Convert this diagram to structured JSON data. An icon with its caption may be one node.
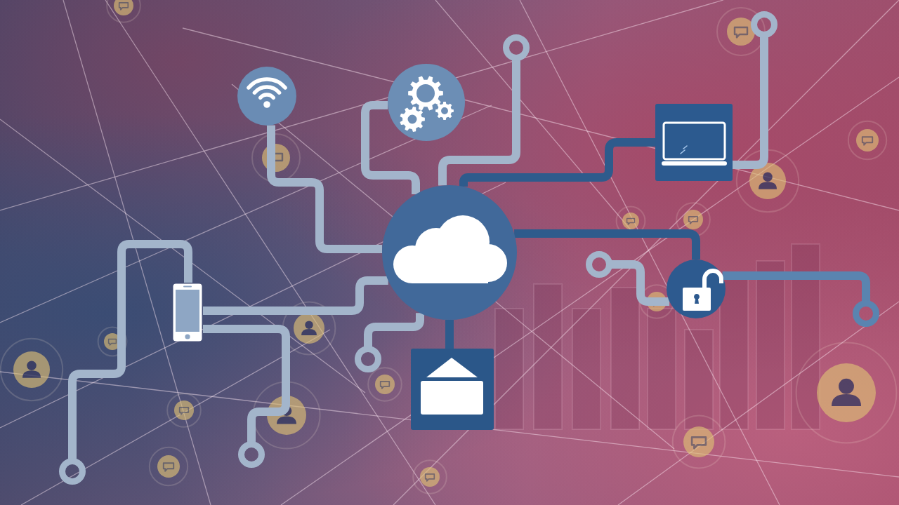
{
  "diagram": {
    "nodes": [
      {
        "text": [],
        "shape": "circle"
      },
      {
        "text": [],
        "shape": "circle"
      },
      {
        "text": [],
        "shape": "box"
      },
      {
        "text": [],
        "shape": "circle"
      },
      {
        "text": [],
        "shape": "picture"
      },
      {
        "text": [],
        "shape": "circle"
      },
      {
        "text": [],
        "shape": "box"
      }
    ],
    "edges": [
      {
        "from": 0,
        "to": 3,
        "arrow": "none"
      },
      {
        "from": 1,
        "to": 3,
        "arrow": "none"
      },
      {
        "from": 3,
        "to": null,
        "arrow": "other"
      },
      {
        "from": 2,
        "to": 3,
        "arrow": "none",
        "color": "#2e5b8c"
      },
      {
        "from": 2,
        "to": null,
        "arrow": "other"
      },
      {
        "from": 3,
        "to": 5,
        "arrow": "none",
        "color": "#2e5b8c"
      },
      {
        "from": 5,
        "to": null,
        "arrow": "other",
        "color": "#5a84b0"
      },
      {
        "from": 5,
        "to": null,
        "arrow": "other"
      },
      {
        "from": 4,
        "to": 3,
        "arrow": "none"
      },
      {
        "from": 3,
        "to": null,
        "arrow": "other"
      },
      {
        "from": 3,
        "to": 6,
        "arrow": "none",
        "color": "#2e5b8c"
      },
      {
        "from": 4,
        "to": null,
        "arrow": "other"
      },
      {
        "from": 4,
        "to": null,
        "arrow": "other"
      }
    ]
  }
}
